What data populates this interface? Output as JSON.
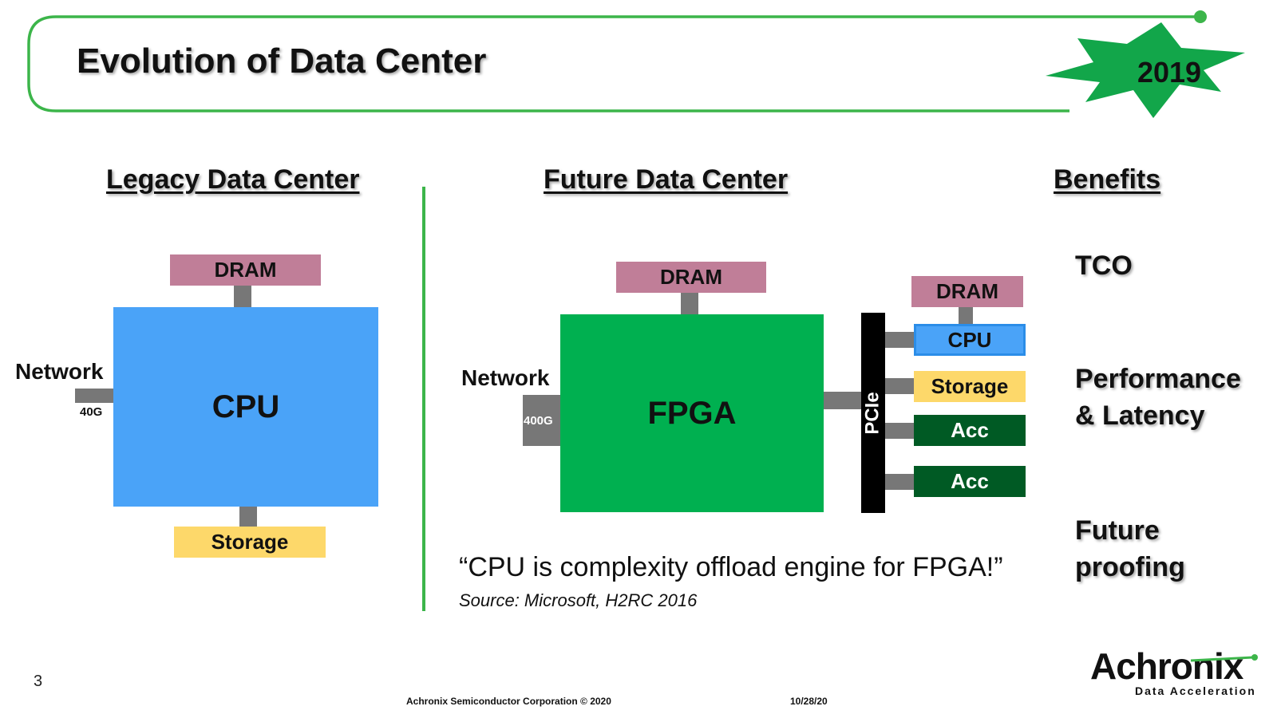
{
  "header": {
    "title": "Evolution of Data Center",
    "year_badge": "2019"
  },
  "legacy": {
    "heading": "Legacy Data Center",
    "dram": "DRAM",
    "cpu": "CPU",
    "storage": "Storage",
    "network": "Network",
    "speed": "40G"
  },
  "future": {
    "heading": "Future Data Center",
    "dram": "DRAM",
    "fpga": "FPGA",
    "network": "Network",
    "speed": "400G",
    "pcie": "PCIe",
    "right_stack": {
      "dram": "DRAM",
      "cpu": "CPU",
      "storage": "Storage",
      "acc1": "Acc",
      "acc2": "Acc"
    },
    "quote": "“CPU is complexity offload engine for FPGA!”",
    "source": "Source: Microsoft, H2RC 2016"
  },
  "benefits": {
    "heading": "Benefits",
    "item1": "TCO",
    "item2_line1": "Performance",
    "item2_line2": "& Latency",
    "item3_line1": "Future",
    "item3_line2": "proofing"
  },
  "footer": {
    "page_number": "3",
    "company": "Achronix Semiconductor Corporation © 2020",
    "date": "10/28/20",
    "logo": "Achronix",
    "logo_tagline": "Data Acceleration"
  },
  "colors": {
    "accent_green": "#3cb54a",
    "cpu_blue": "#4aa3f8",
    "fpga_green": "#00b050",
    "dram_pink": "#c07e98",
    "storage_yellow": "#fdd86a",
    "acc_dark_green": "#005a24"
  }
}
